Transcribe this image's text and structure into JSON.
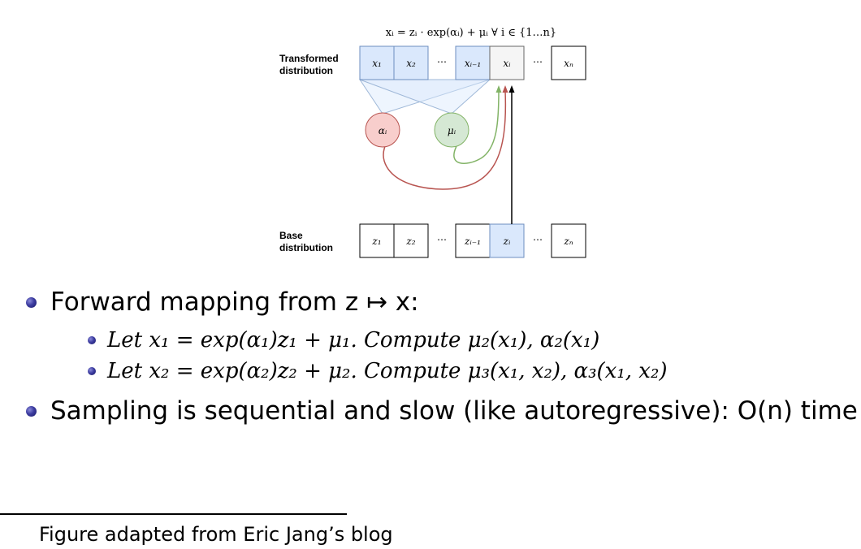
{
  "figure": {
    "equation": "xᵢ = zᵢ · exp(αᵢ) + μᵢ  ∀ i ∈ {1…n}",
    "label_transformed": [
      "Transformed",
      "distribution"
    ],
    "label_base": [
      "Base",
      "distribution"
    ],
    "top_cells": [
      "x₁",
      "x₂",
      "⋯",
      "xᵢ₋₁",
      "xᵢ",
      "⋯",
      "xₙ"
    ],
    "bottom_cells": [
      "z₁",
      "z₂",
      "⋯",
      "zᵢ₋₁",
      "zᵢ",
      "⋯",
      "zₙ"
    ],
    "alpha_node": "αᵢ",
    "mu_node": "μᵢ",
    "colors": {
      "highlight_cell": "#dae8fc",
      "target_cell": "#f5f5f5",
      "alpha": "#b85450",
      "alpha_fill": "#f8cecc",
      "mu": "#82b366",
      "mu_fill": "#d5e8d4",
      "bullet": "#3c3ca0"
    }
  },
  "bullets": [
    {
      "text": "Forward mapping from z ↦ x:",
      "sub": [
        "Let x₁ = exp(α₁)z₁ + μ₁. Compute μ₂(x₁), α₂(x₁)",
        "Let x₂ = exp(α₂)z₂ + μ₂. Compute μ₃(x₁, x₂), α₃(x₁, x₂)"
      ]
    },
    {
      "text": "Sampling is sequential and slow (like autoregressive): O(n) time",
      "sub": []
    }
  ],
  "footnote": "Figure adapted from Eric Jang’s blog"
}
